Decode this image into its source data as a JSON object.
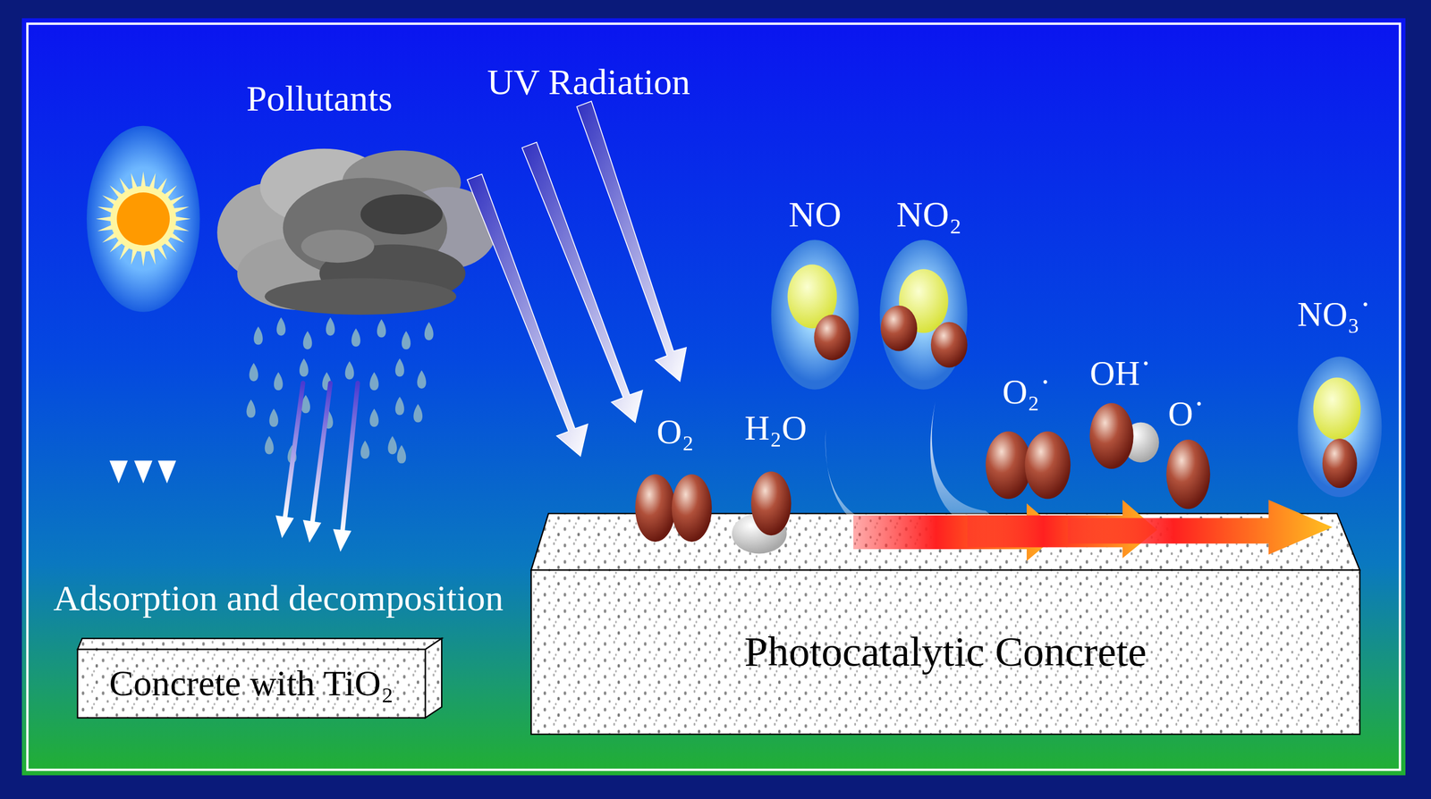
{
  "diagram": {
    "nodes": [
      {
        "text": [
          "Concrete with TiO₂"
        ]
      },
      {
        "text": [
          "Photocatalytic Concrete"
        ]
      }
    ],
    "edges": [],
    "labels": [
      "Pollutants",
      "UV Radiation",
      "NO",
      "NO₂",
      "O₂",
      "H₂O",
      "O₂˙",
      "OH˙",
      "O˙",
      "NO₃˙",
      "Adsorption and decomposition"
    ]
  }
}
